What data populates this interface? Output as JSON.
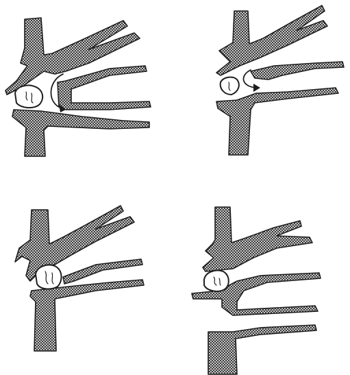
{
  "figure": {
    "panels": [
      {
        "id": "top-left",
        "stone_size": "large",
        "flow_arrow": true
      },
      {
        "id": "top-right",
        "stone_size": "small",
        "flow_arrow": true
      },
      {
        "id": "bottom-left",
        "stone_size": "large",
        "flow_arrow": false
      },
      {
        "id": "bottom-right",
        "stone_size": "medium",
        "flow_arrow": false
      }
    ],
    "colors": {
      "ink": "#1e1e1e",
      "paper": "#ffffff"
    }
  }
}
